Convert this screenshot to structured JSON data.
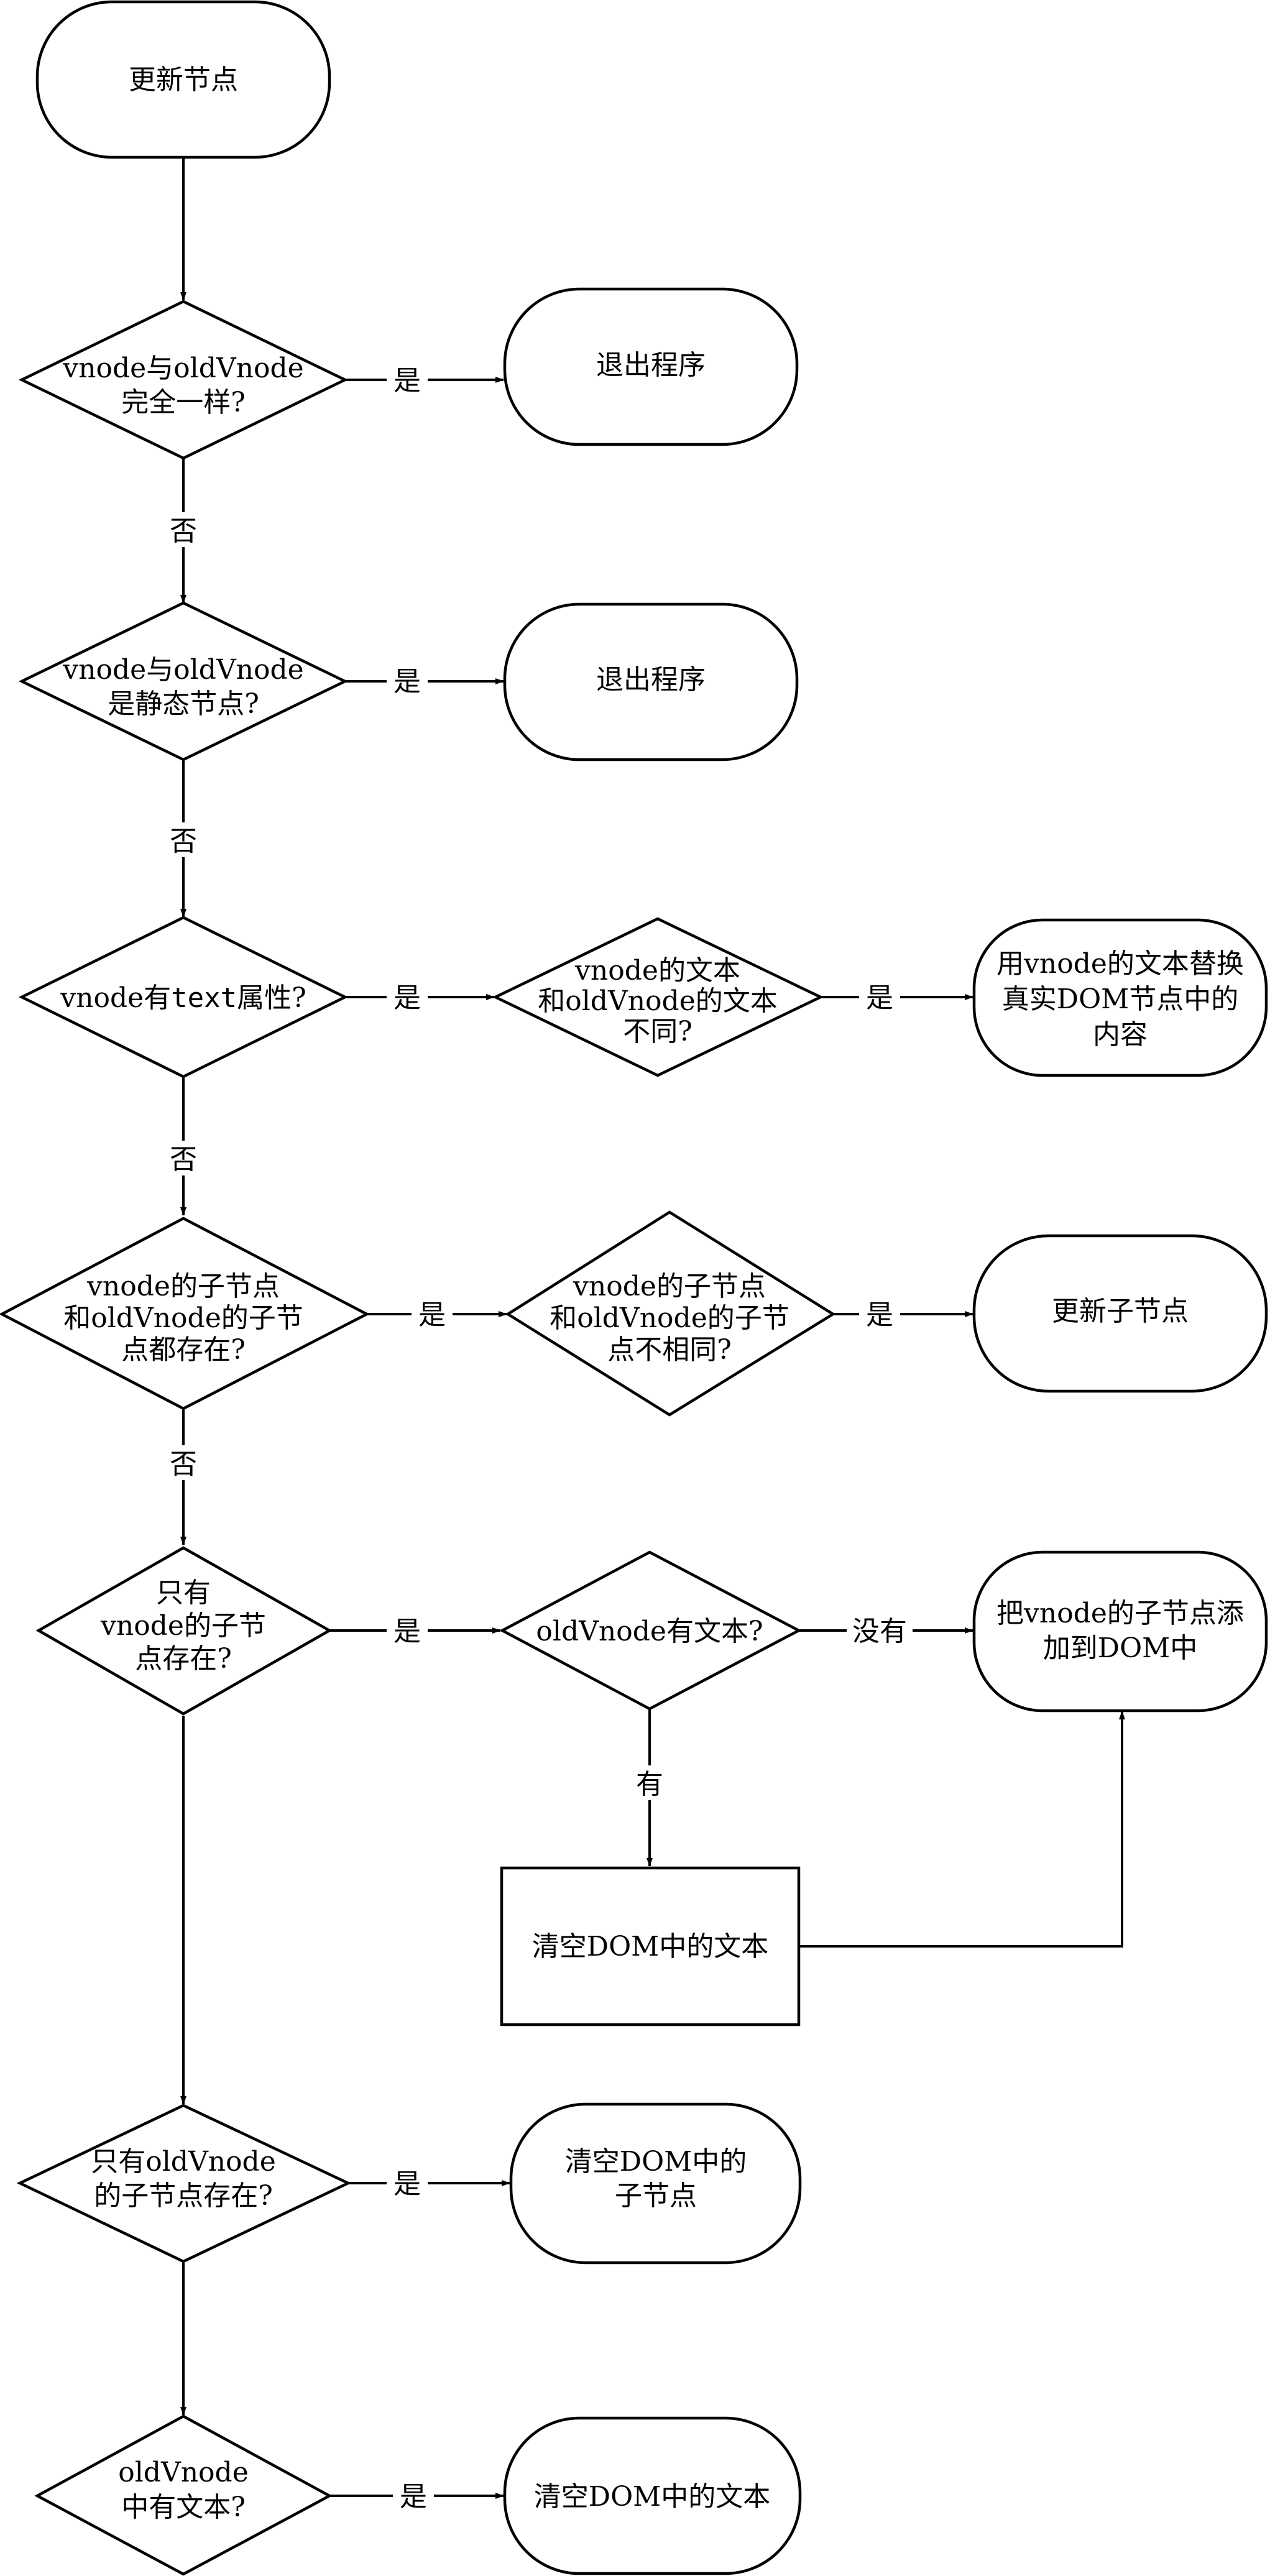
{
  "diagram": {
    "nodes": {
      "start": {
        "label": "更新节点"
      },
      "q_same": {
        "line1": "vnode与oldVnode",
        "line2": "完全一样?"
      },
      "exit1": {
        "label": "退出程序"
      },
      "q_static": {
        "line1": "vnode与oldVnode",
        "line2": "是静态节点?"
      },
      "exit2": {
        "label": "退出程序"
      },
      "q_text": {
        "prefix": "vnode有",
        "code": "text",
        "suffix": "属性?"
      },
      "q_text_diff": {
        "line1": "vnode的文本",
        "line2": "和oldVnode的文本",
        "line3": "不同?"
      },
      "replace_text": {
        "line1": "用vnode的文本替换",
        "line2": "真实DOM节点中的",
        "line3": "内容"
      },
      "q_both_children": {
        "line1": "vnode的子节点",
        "line2": "和oldVnode的子节",
        "line3": "点都存在?"
      },
      "q_children_diff": {
        "line1": "vnode的子节点",
        "line2": "和oldVnode的子节",
        "line3": "点不相同?"
      },
      "update_children": {
        "label": "更新子节点"
      },
      "q_only_vnode_children": {
        "line1": "只有",
        "line2": "vnode的子节",
        "line3": "点存在?"
      },
      "q_old_has_text": {
        "label": "oldVnode有文本?"
      },
      "add_children": {
        "line1": "把vnode的子节点添",
        "line2": "加到DOM中"
      },
      "clear_text_box": {
        "label": "清空DOM中的文本"
      },
      "q_only_old_children": {
        "line1": "只有oldVnode",
        "line2": "的子节点存在?"
      },
      "clear_children": {
        "line1": "清空DOM中的",
        "line2": "子节点"
      },
      "q_old_text_only": {
        "line1": "oldVnode",
        "line2": "中有文本?"
      },
      "clear_text_end": {
        "label": "清空DOM中的文本"
      }
    },
    "edge_labels": {
      "yes": "是",
      "no": "否",
      "has": "有",
      "none": "没有"
    }
  }
}
